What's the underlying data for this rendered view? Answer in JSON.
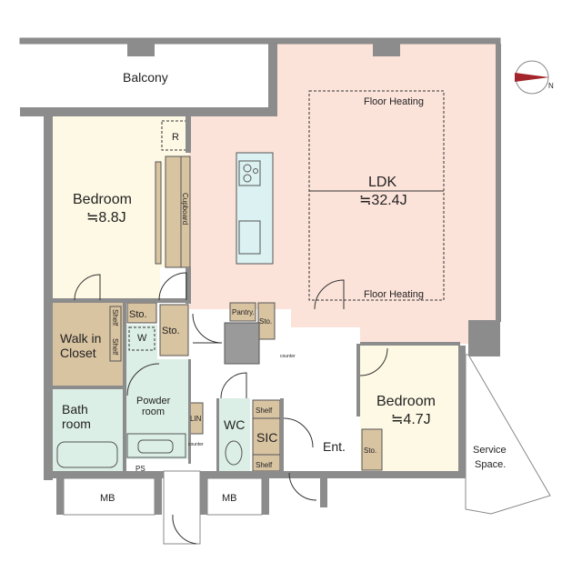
{
  "rooms": {
    "balcony": "Balcony",
    "ldk_name": "LDK",
    "ldk_size": "≒32.4J",
    "floor_heating_top": "Floor Heating",
    "floor_heating_bottom": "Floor Heating",
    "bedroom1_name": "Bedroom",
    "bedroom1_size": "≒8.8J",
    "bedroom2_name": "Bedroom",
    "bedroom2_size": "≒4.7J",
    "walk_in_closet_1": "Walk in",
    "walk_in_closet_2": "Closet",
    "shelf_a": "Shelf",
    "shelf_b": "Shelf",
    "bath_1": "Bath",
    "bath_2": "room",
    "powder_1": "Powder",
    "powder_2": "room",
    "wc": "WC",
    "sic": "SIC",
    "sic_shelf_top": "Shelf",
    "sic_shelf_bottom": "Shelf",
    "ent": "Ent.",
    "service_1": "Service",
    "service_2": "Space.",
    "mb_left": "MB",
    "mb_right": "MB",
    "ps": "PS",
    "lin": "LIN",
    "w": "W",
    "sto_1": "Sto.",
    "sto_2": "Sto.",
    "sto_3": "Sto.",
    "sto_4": "Sto.",
    "pantry": "Pantry.",
    "refrigerator": "R",
    "cupboard": "Cupboard",
    "counter_1": "counter",
    "counter_2": "counter"
  },
  "compass": {
    "label": "N"
  },
  "colors": {
    "ldk": "#fce3da",
    "bedroom": "#fdf9e4",
    "storage": "#d9c4a2",
    "wet": "#dcefe6",
    "wall": "#8c8c8c",
    "kitchen": "#dcf1f1",
    "compass": "#a3242a"
  }
}
